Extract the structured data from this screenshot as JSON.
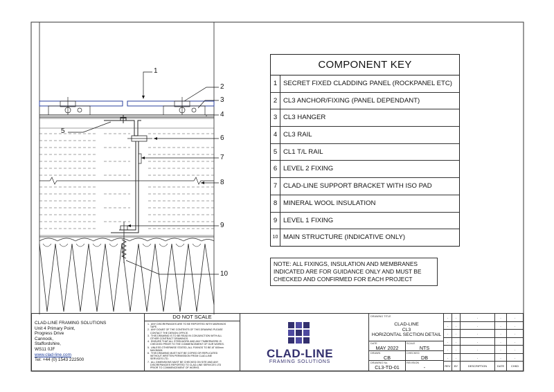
{
  "key": {
    "title": "COMPONENT KEY",
    "items": [
      {
        "num": "1",
        "label": "SECRET FIXED CLADDING PANEL (ROCKPANEL ETC)"
      },
      {
        "num": "2",
        "label": "CL3 ANCHOR/FIXING (PANEL DEPENDANT)"
      },
      {
        "num": "3",
        "label": "CL3 HANGER"
      },
      {
        "num": "4",
        "label": "CL3 RAIL"
      },
      {
        "num": "5",
        "label": "CL1 T/L RAIL"
      },
      {
        "num": "6",
        "label": "LEVEL 2 FIXING"
      },
      {
        "num": "7",
        "label": "CLAD-LINE SUPPORT BRACKET WITH ISO PAD"
      },
      {
        "num": "8",
        "label": "MINERAL WOOL INSULATION"
      },
      {
        "num": "9",
        "label": "LEVEL 1 FIXING"
      },
      {
        "num": "10",
        "label": "MAIN STRUCTURE (INDICATIVE ONLY)"
      }
    ]
  },
  "note": "NOTE: ALL FIXINGS, INSULATION AND MEMBRANES INDICATED ARE FOR GUIDANCE ONLY AND MUST BE CHECKED AND CONFIRMED FOR EACH PROJECT",
  "callouts": [
    "1",
    "2",
    "3",
    "4",
    "5",
    "6",
    "7",
    "8",
    "9",
    "10"
  ],
  "company": {
    "name": "CLAD-LINE FRAMING SOLUTIONS",
    "address": [
      "Unit 4 Primary Point,",
      "Progress Drive",
      "Cannock,",
      "Staffordshire,",
      "WS11 0JF"
    ],
    "website": "www.clad-line.com",
    "tel": "Tel: +44 (0) 1543 222500"
  },
  "scale_notice": {
    "heading": "DO NOT SCALE",
    "lines": [
      "1.  ANY DISCREPANCIES ARE TO BE REPORTED WITH MARKINGS",
      "    TAPE.",
      "2.  ANY DOUBT OF THE CONTENTS OF THIS DRAWING PLEASE",
      "    CONTACT THE DESIGN OFFICE.",
      "3.  THIS DRAWING IS TO BE READ IN CONJUNCTION WITH ALL",
      "    OTHER CONTRACT DRAWINGS.",
      "4.  ENSURE THAT ALL STEELWORK AND ANY TIMBERWORK IS",
      "    CHECKED PRIOR TO THE COMMENCEMENT OF OUR WORKS.",
      "5.  UNLESS OTHERWISE STATED, ALL FIXINGS TO BE AT 600mm",
      "    MAXIMUM.",
      "6.  THIS DRAWING MUST NOT BE COPIED OR REPLICATED",
      "    WITHOUT WRITTEN PERMISSION FROM CLAD-LINE",
      "    SERVICES LTD.",
      "7.  ALL DIMENSIONS MUST BE CHECKED ON SITE AND ANY",
      "    DISCREPANCIES REPORTED TO CLAD-LINE SERVICES LTD",
      "    PRIOR TO COMMENCEMENT OF WORKS."
    ]
  },
  "logo": {
    "name": "CLAD-LINE",
    "tagline": "FRAMING SOLUTIONS",
    "color": "#33306e"
  },
  "drawing": {
    "title_label": "DRAWING TITLE",
    "title": [
      "CLAD-LINE",
      "CL3",
      "HORIZONTAL SECTION DETAIL"
    ],
    "date_label": "DATE",
    "date": "MAY 2022",
    "scale_label": "SCALE",
    "scale": "NTS",
    "drawn_label": "DRAWN",
    "drawn": "CB",
    "checked_label": "CHECKED",
    "checked": "DB",
    "number_label": "DRAWING No.",
    "number": "CL3-TD-01",
    "revision_label": "REVISION",
    "revision": "-"
  },
  "revisions": {
    "headers": [
      "REV",
      "BY",
      "DESCRIPTION",
      "DATE",
      "CHKD"
    ],
    "blank": "-"
  }
}
